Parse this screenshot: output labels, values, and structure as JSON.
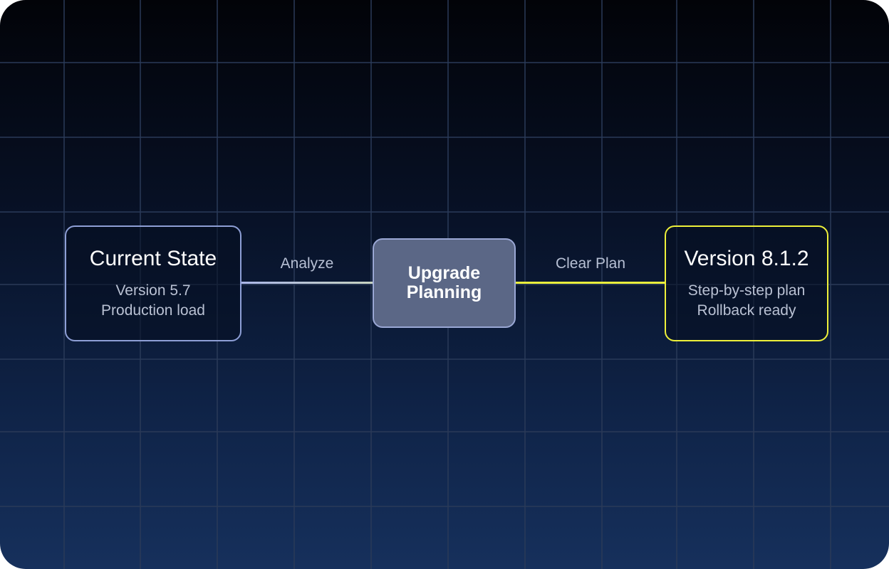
{
  "diagram": {
    "nodes": {
      "current": {
        "title": "Current State",
        "lines": [
          "Version 5.7",
          "Production load"
        ]
      },
      "center": {
        "title_line1": "Upgrade",
        "title_line2": "Planning"
      },
      "target": {
        "title": "Version 8.1.2",
        "lines": [
          "Step-by-step plan",
          "Rollback ready"
        ]
      }
    },
    "edges": {
      "left_label": "Analyze",
      "right_label": "Clear Plan"
    },
    "colors": {
      "background_top": "#020308",
      "background_bottom": "#16305c",
      "grid": "#2a3a58",
      "current_border": "#8e9fd6",
      "target_accent": "#eef03a",
      "center_fill": "#5b6786"
    }
  }
}
